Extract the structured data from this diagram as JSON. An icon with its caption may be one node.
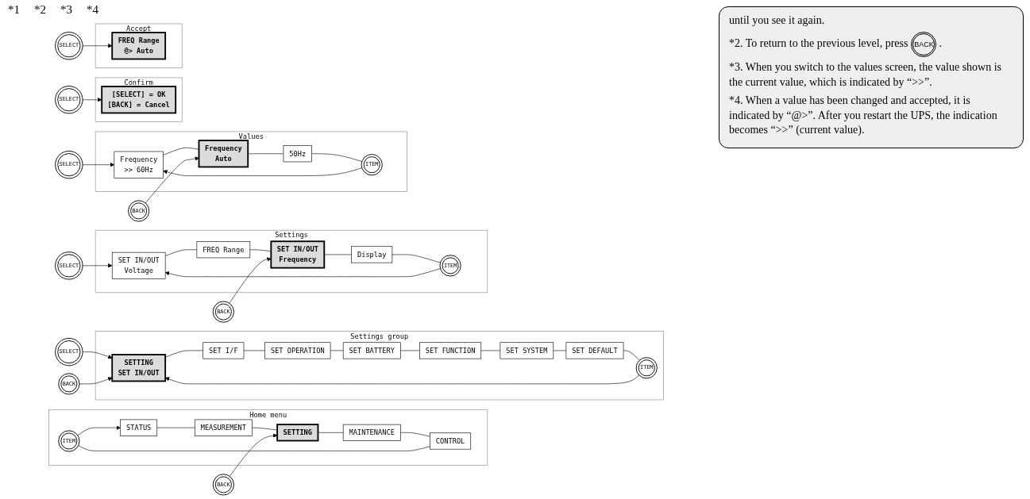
{
  "diagram": {
    "nodes": [
      {
        "text": [
          "Home menu"
        ]
      },
      {
        "text": [
          "ITEM"
        ],
        "in": 0
      },
      {
        "text": [
          "STATUS"
        ],
        "in": 0
      },
      {
        "text": [
          "MEASUREMENT"
        ],
        "in": 0
      },
      {
        "text": [
          "SETTING"
        ],
        "in": 0
      },
      {
        "text": [
          "MAINTENANCE"
        ],
        "in": 0
      },
      {
        "text": [
          "CONTROL"
        ],
        "in": 0
      },
      {
        "text": [
          "SELECT"
        ]
      },
      {
        "text": [
          "BACK"
        ]
      },
      {
        "text": [
          "Settings group"
        ]
      },
      {
        "text": [
          "ITEM"
        ],
        "in": 9
      },
      {
        "text": [
          "SETTING",
          "SET IN/OUT"
        ],
        "in": 9
      },
      {
        "text": [
          "SET I/F"
        ],
        "in": 9
      },
      {
        "text": [
          "SET OPERATION"
        ],
        "in": 9
      },
      {
        "text": [
          "SET BATTERY"
        ],
        "in": 9
      },
      {
        "text": [
          "SET FUNCTION"
        ],
        "in": 9
      },
      {
        "text": [
          "SET SYSTEM"
        ],
        "in": 9
      },
      {
        "text": [
          "SET DEFAULT"
        ],
        "in": 9
      },
      {
        "text": [
          "SELECT"
        ]
      },
      {
        "text": [
          "BACK"
        ]
      },
      {
        "text": [
          "Settings"
        ]
      },
      {
        "text": [
          "ITEM"
        ],
        "in": 20
      },
      {
        "text": [
          "SET IN/OUT",
          "Voltage"
        ],
        "in": 20
      },
      {
        "text": [
          "FREQ Range"
        ],
        "in": 20
      },
      {
        "text": [
          "SET IN/OUT",
          "Frequency"
        ],
        "in": 20
      },
      {
        "text": [
          "Display"
        ],
        "in": 20
      },
      {
        "text": [
          "SELECT"
        ]
      },
      {
        "text": [
          "BACK"
        ]
      },
      {
        "text": [
          "Values"
        ]
      },
      {
        "text": [
          "ITEM"
        ],
        "in": 28
      },
      {
        "text": [
          "Frequency",
          ">> 60Hz"
        ],
        "in": 28
      },
      {
        "text": [
          "Frequency",
          "Auto"
        ],
        "in": 28
      },
      {
        "text": [
          "50Hz"
        ],
        "in": 28
      },
      {
        "text": [
          "SELECT"
        ]
      },
      {
        "text": [
          "BACK"
        ]
      },
      {
        "text": [
          "Confirm"
        ]
      },
      {
        "text": [
          "[SELECT] = OK",
          "[BACK] = Cancel"
        ],
        "in": 35
      },
      {
        "text": [
          "SELECT"
        ]
      },
      {
        "text": [
          "Accept"
        ]
      },
      {
        "text": [
          "FREQ Range",
          "@> Auto"
        ],
        "in": 38
      }
    ],
    "edges": [
      {
        "from": 1,
        "to": 2,
        "arrow": "to"
      },
      {
        "from": 2,
        "to": 3,
        "arrow": "none"
      },
      {
        "from": 3,
        "to": 4,
        "arrow": "none"
      },
      {
        "from": 4,
        "to": 5,
        "arrow": "none"
      },
      {
        "from": 5,
        "to": 6,
        "arrow": "none"
      },
      {
        "from": 6,
        "to": 1,
        "arrow": "none"
      },
      {
        "from": 7,
        "to": 11,
        "arrow": "to"
      },
      {
        "from": 8,
        "to": 4,
        "arrow": "to"
      },
      {
        "from": 10,
        "to": 11,
        "arrow": "to"
      },
      {
        "from": 11,
        "to": 12,
        "arrow": "none"
      },
      {
        "from": 12,
        "to": 13,
        "arrow": "none"
      },
      {
        "from": 13,
        "to": 14,
        "arrow": "none"
      },
      {
        "from": 14,
        "to": 15,
        "arrow": "none"
      },
      {
        "from": 15,
        "to": 16,
        "arrow": "none"
      },
      {
        "from": 16,
        "to": 17,
        "arrow": "none"
      },
      {
        "from": 17,
        "to": 10,
        "arrow": "none"
      },
      {
        "from": 18,
        "to": 22,
        "arrow": "to"
      },
      {
        "from": 19,
        "to": 11,
        "arrow": "to"
      },
      {
        "from": 21,
        "to": 22,
        "arrow": "to"
      },
      {
        "from": 22,
        "to": 23,
        "arrow": "none"
      },
      {
        "from": 23,
        "to": 24,
        "arrow": "none"
      },
      {
        "from": 24,
        "to": 25,
        "arrow": "none"
      },
      {
        "from": 25,
        "to": 21,
        "arrow": "none"
      },
      {
        "from": 26,
        "to": 30,
        "arrow": "to"
      },
      {
        "from": 27,
        "to": 24,
        "arrow": "to"
      },
      {
        "from": 29,
        "to": 30,
        "arrow": "to"
      },
      {
        "from": 30,
        "to": 31,
        "arrow": "none"
      },
      {
        "from": 31,
        "to": 32,
        "arrow": "none"
      },
      {
        "from": 32,
        "to": 29,
        "arrow": "none"
      },
      {
        "from": 33,
        "to": 36,
        "arrow": "to"
      },
      {
        "from": 34,
        "to": 31,
        "arrow": "to"
      },
      {
        "from": 37,
        "to": 39,
        "arrow": "to"
      }
    ],
    "labels": [
      "*1",
      "*2",
      "*3",
      "*4",
      "until you see it again.",
      "*2. To return to the previous level, press",
      "BACK",
      ".",
      "*3. When you switch to the values screen, the value shown is the current value, which is indicated by “>>”.",
      "*4. When a value has been changed and accepted, it is indicated by “@>”. After you restart the UPS, the indication becomes “>>” (current value)."
    ]
  }
}
